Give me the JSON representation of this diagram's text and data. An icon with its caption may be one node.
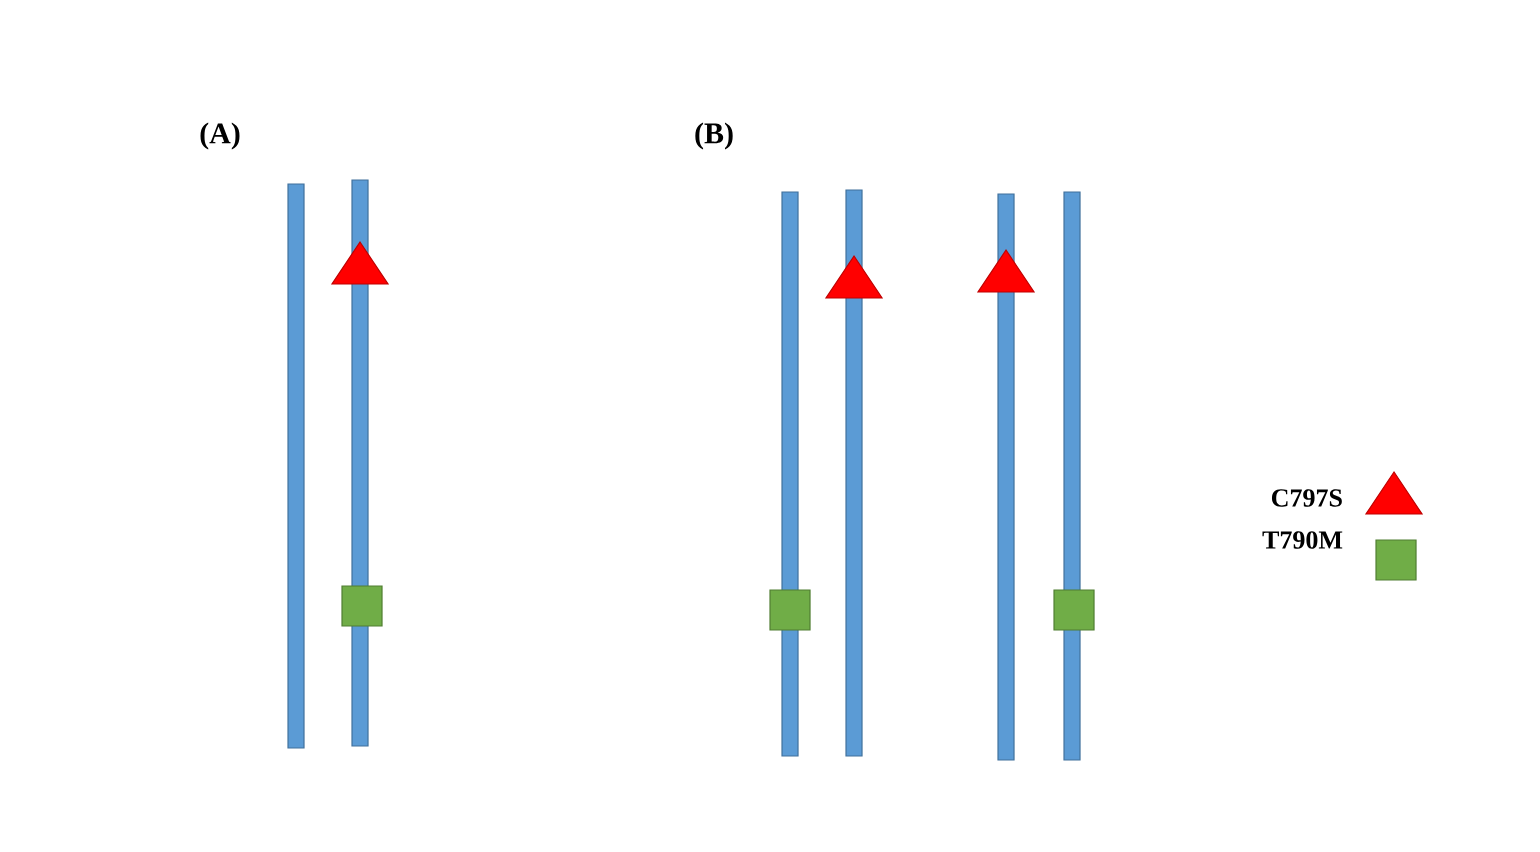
{
  "diagram": {
    "labels": [
      "(A)",
      "(B)"
    ],
    "legend": [
      {
        "text": "C797S"
      },
      {
        "text": "T790M"
      }
    ]
  }
}
